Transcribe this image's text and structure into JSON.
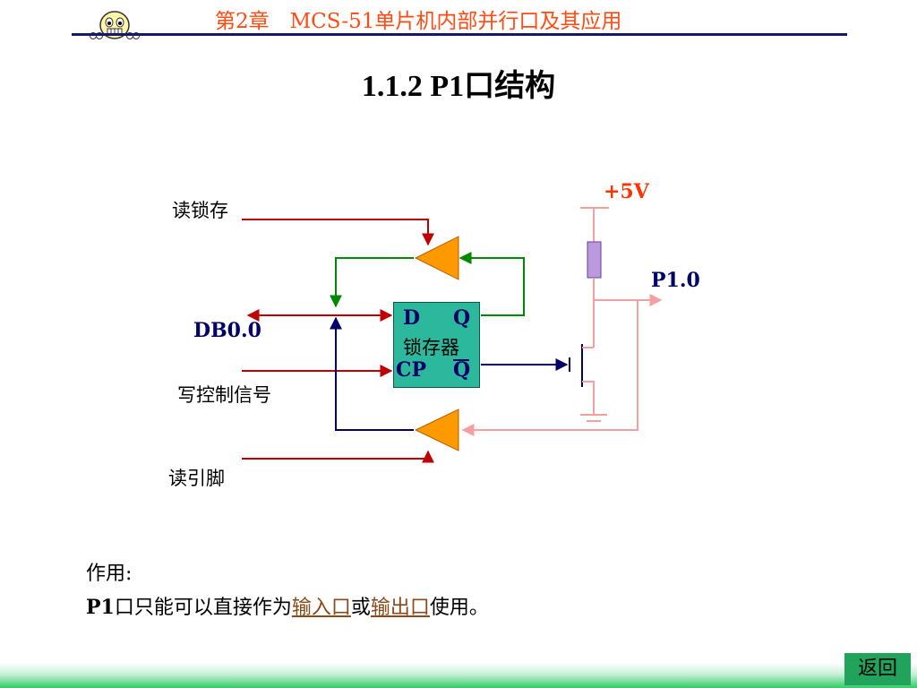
{
  "header": {
    "title": "第2章　MCS-51单片机内部并行口及其应用"
  },
  "slide": {
    "title": "1.1.2   P1口结构"
  },
  "diagram": {
    "labels": {
      "read_latch": "读锁存",
      "data_bus": "DB0.0",
      "write_control": "写控制信号",
      "read_pin": "读引脚",
      "vcc": "+5V",
      "pin": "P1.0"
    },
    "latch": {
      "d": "D",
      "q": "Q",
      "name": "锁存器",
      "cp": "CP",
      "qbar": "Q"
    },
    "colors": {
      "signal_red": "#c00000",
      "feedback_green": "#008800",
      "bus_navy": "#000066",
      "pin_pink": "#f4a0a0",
      "buffer_orange": "#ff9900",
      "resistor_purple": "#bb99dd",
      "latch_teal": "#2bb89c"
    }
  },
  "description": {
    "label": "作用:",
    "prefix_bold": "P1",
    "prefix_rest": "口只能可以直接作为",
    "link_input": "输入口",
    "or_text": "或",
    "link_output": "输出口",
    "suffix": "使用。"
  },
  "nav": {
    "back_label": "返回"
  }
}
